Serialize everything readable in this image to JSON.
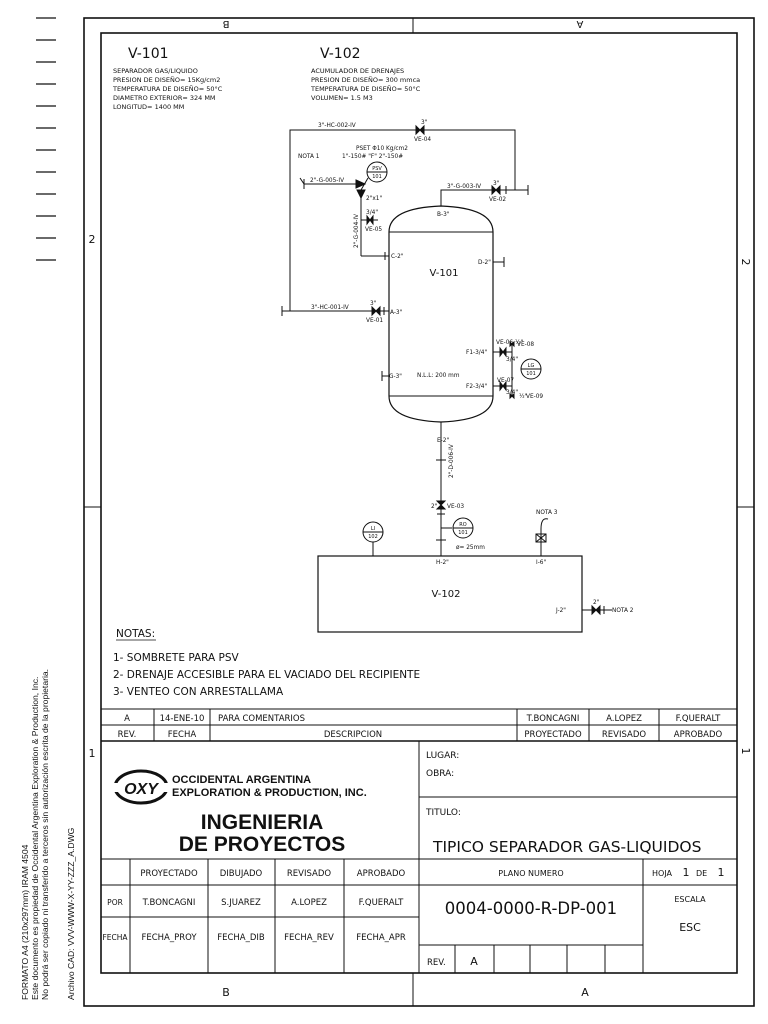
{
  "frame": {
    "zone_top_left": "B",
    "zone_top_right": "A",
    "zone_bottom_left": "B",
    "zone_bottom_right": "A",
    "zone_left_upper": "2",
    "zone_left_lower": "1",
    "zone_right_upper": "2",
    "zone_right_lower": "1"
  },
  "side_text": {
    "line1": "FORMATO A4 (210x297mm) IRAM 4504",
    "line2": "Este documento es propiedad de Occidental Argentina Exploration & Production, Inc.",
    "line3": "No podrá ser copiado ni transferido a terceros sin autorización escrita de la propietaria.",
    "line4": "Archivo CAD: VVV-WWW-X-YY-ZZZ_A.DWG"
  },
  "specs": {
    "v101": {
      "title": "V-101",
      "lines": [
        "SEPARADOR GAS/LIQUIDO",
        "PRESION DE DISEÑO= 15Kg/cm2",
        "TEMPERATURA DE DISEÑO= 50°C",
        "DIAMETRO EXTERIOR= 324 MM",
        "LONGITUD= 1400 MM"
      ]
    },
    "v102": {
      "title": "V-102",
      "lines": [
        "ACUMULADOR DE DRENAJES",
        "PRESION DE DISEÑO= 300 mmca",
        "TEMPERATURA DE DISEÑO= 50°C",
        "VOLUMEN= 1.5 M3"
      ]
    }
  },
  "diagram": {
    "line_hc002": "3\"-HC-002-IV",
    "ve04_size": "3\"",
    "ve04": "VE-04",
    "nota1": "NOTA 1",
    "pset": "PSET Φ10 Kg/cm2",
    "psv_conn": "1\"-150# \"F\" 2\"-150#",
    "psv_tag1": "PSV",
    "psv_tag2": "101",
    "line_g005": "2\"-G-005-IV",
    "red_2x1": "2\"x1\"",
    "line_g004": "2\"-G-004-IV",
    "ve05_size": "3/4\"",
    "ve05": "VE-05",
    "line_g003": "3\"-G-003-IV",
    "ve02_size": "3\"",
    "ve02": "VE-02",
    "noz_b": "B-3\"",
    "noz_c": "C-2\"",
    "noz_d": "D-2\"",
    "vessel_v101": "V-101",
    "line_hc001": "3\"-HC-001-IV",
    "ve01_size": "3\"",
    "ve01": "VE-01",
    "noz_a": "A-3\"",
    "ve06": "VE-06 ½\"",
    "ve08": "VE-08",
    "noz_f1": "F1-3/4\"",
    "lg_size1": "3/4\"",
    "lg_tag1": "LG",
    "lg_tag2": "101",
    "noz_g": "G-3\"",
    "nll": "N.L.L: 200 mm",
    "ve07": "VE-07",
    "noz_f2": "F2-3/4\"",
    "lg_size2": "3/4\"",
    "ve09_size": "½\"",
    "ve09": "VE-09",
    "noz_e": "E-2\"",
    "line_d006": "2\"-D-006-IV",
    "ve03_size": "2\"",
    "ve03": "VE-03",
    "ro_tag1": "RO",
    "ro_tag2": "101",
    "orifice": "ø= 25mm",
    "li_tag1": "LI",
    "li_tag2": "102",
    "nota3": "NOTA 3",
    "noz_h": "H-2\"",
    "noz_i": "I-6\"",
    "vessel_v102": "V-102",
    "noz_j": "J-2\"",
    "nota2_size": "2\"",
    "nota2": "NOTA 2"
  },
  "notes": {
    "heading": "NOTAS:",
    "items": [
      "1- SOMBRETE PARA PSV",
      "2- DRENAJE ACCESIBLE PARA EL VACIADO DEL RECIPIENTE",
      "3- VENTEO CON ARRESTALLAMA"
    ]
  },
  "revisions": {
    "row": {
      "rev": "A",
      "fecha": "14-ENE-10",
      "desc": "PARA COMENTARIOS",
      "proy": "T.BONCAGNI",
      "rev_by": "A.LOPEZ",
      "apr": "F.QUERALT"
    },
    "header": {
      "rev": "REV.",
      "fecha": "FECHA",
      "desc": "DESCRIPCION",
      "proy": "PROYECTADO",
      "rev_by": "REVISADO",
      "apr": "APROBADO"
    }
  },
  "title_block": {
    "logo": "OXY",
    "company1": "OCCIDENTAL ARGENTINA",
    "company2": "EXPLORATION & PRODUCTION, INC.",
    "dept1": "INGENIERIA",
    "dept2": "DE PROYECTOS",
    "lugar": "LUGAR:",
    "obra": "OBRA:",
    "titulo_label": "TITULO:",
    "titulo": "TIPICO SEPARADOR GAS-LIQUIDOS",
    "sign_headers": [
      "PROYECTADO",
      "DIBUJADO",
      "REVISADO",
      "APROBADO"
    ],
    "por_label": "POR",
    "por_values": [
      "T.BONCAGNI",
      "S.JUAREZ",
      "A.LOPEZ",
      "F.QUERALT"
    ],
    "fecha_label": "FECHA",
    "fecha_values": [
      "FECHA_PROY",
      "FECHA_DIB",
      "FECHA_REV",
      "FECHA_APR"
    ],
    "plano_label": "PLANO NUMERO",
    "plano_numero": "0004-0000-R-DP-001",
    "rev_label": "REV.",
    "rev_value": "A",
    "hoja_label": "HOJA",
    "hoja_num": "1",
    "de_label": "DE",
    "hoja_total": "1",
    "escala_label": "ESCALA",
    "escala_value": "ESC"
  }
}
